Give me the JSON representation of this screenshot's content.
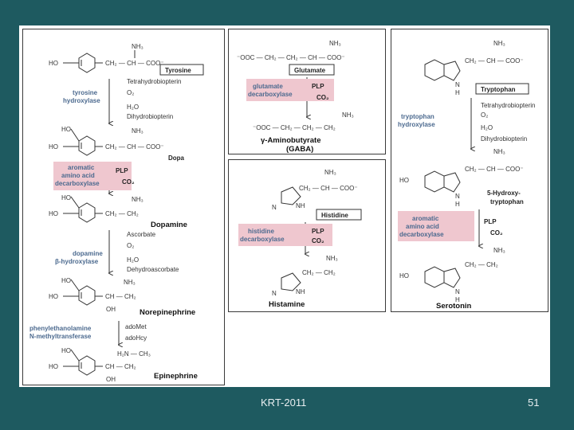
{
  "footer": {
    "left_text": "KRT-2011",
    "page_number": "51"
  },
  "colors": {
    "background": "#1e5a60",
    "enzyme_box": "#efc7cf",
    "enzyme_text": "#4c6a8f"
  },
  "catecholamine": {
    "tyrosine": {
      "label": "Tyrosine",
      "formula": "CH₂ — CH — COO⁻",
      "amine": "NH₃",
      "ho": "HO"
    },
    "step1": {
      "enzyme_line1": "tyrosine",
      "enzyme_line2": "hydroxylase",
      "in1": "Tetrahydrobiopterin",
      "in2": "O₂",
      "out1": "H₂O",
      "out2": "Dihydrobiopterin"
    },
    "dopa": {
      "label": "Dopa",
      "formula": "CH₂ — CH — COO⁻",
      "amine": "NH₃",
      "ho1": "HO",
      "ho2": "HO"
    },
    "step2": {
      "enzyme_line1": "aromatic",
      "enzyme_line2": "amino acid",
      "enzyme_line3": "decarboxylase",
      "cofactor": "PLP",
      "out1": "CO₂"
    },
    "dopamine": {
      "label": "Dopamine",
      "formula": "CH₂ — CH₂",
      "amine": "NH₃",
      "ho1": "HO",
      "ho2": "HO"
    },
    "step3": {
      "enzyme_line1": "dopamine",
      "enzyme_line2": "β-hydroxylase",
      "in1": "Ascorbate",
      "in2": "O₂",
      "out1": "H₂O",
      "out2": "Dehydroascorbate"
    },
    "norepinephrine": {
      "label": "Norepinephrine",
      "formula": "CH — CH₂",
      "oh": "OH",
      "amine": "NH₃",
      "ho1": "HO",
      "ho2": "HO"
    },
    "step4": {
      "enzyme_line1": "phenylethanolamine",
      "enzyme_line2": "N-methyltransferase",
      "in1": "adoMet",
      "out1": "adoHcy"
    },
    "epinephrine": {
      "label": "Epinephrine",
      "formula": "CH — CH₂",
      "oh": "OH",
      "amine": "H₂N — CH₃",
      "ho1": "HO",
      "ho2": "HO"
    }
  },
  "gaba": {
    "glutamate": {
      "label": "Glutamate",
      "formula": "⁻OOC — CH₂ — CH₂ — CH — COO⁻",
      "amine": "NH₃"
    },
    "step": {
      "enzyme_line1": "glutamate",
      "enzyme_line2": "decarboxylase",
      "cofactor": "PLP",
      "out1": "CO₂"
    },
    "product": {
      "formula": "⁻OOC — CH₂ — CH₂ — CH₂",
      "amine": "NH₃",
      "label_line1": "γ-Aminobutyrate",
      "label_line2": "(GABA)"
    }
  },
  "histamine": {
    "histidine": {
      "label": "Histidine",
      "formula": "CH₂ — CH — COO⁻",
      "amine": "NH₃",
      "n": "N",
      "nh": "NH"
    },
    "step": {
      "enzyme_line1": "histidine",
      "enzyme_line2": "decarboxylase",
      "cofactor": "PLP",
      "out1": "CO₂"
    },
    "product": {
      "label": "Histamine",
      "formula1": "CH₂ — CH₂",
      "amine": "NH₃",
      "n": "N",
      "nh": "NH"
    }
  },
  "serotonin": {
    "tryptophan": {
      "label": "Tryptophan",
      "formula": "CH₂ — CH — COO⁻",
      "amine": "NH₃",
      "n": "N",
      "h": "H"
    },
    "step1": {
      "enzyme_line1": "tryptophan",
      "enzyme_line2": "hydroxylase",
      "in1": "Tetrahydrobiopterin",
      "in2": "O₂",
      "out1": "H₂O",
      "out2": "Dihydrobiopterin"
    },
    "hydroxytryptophan": {
      "label_line1": "5-Hydroxy-",
      "label_line2": "tryptophan",
      "formula": "CH₂ — CH — COO⁻",
      "amine": "NH₃",
      "ho": "HO",
      "n": "N",
      "h": "H"
    },
    "step2": {
      "enzyme_line1": "aromatic",
      "enzyme_line2": "amino acid",
      "enzyme_line3": "decarboxylase",
      "cofactor": "PLP",
      "out1": "CO₂"
    },
    "product": {
      "label": "Serotonin",
      "formula": "CH₂ — CH₂",
      "amine": "NH₃",
      "ho": "HO",
      "n": "N",
      "h": "H"
    }
  }
}
